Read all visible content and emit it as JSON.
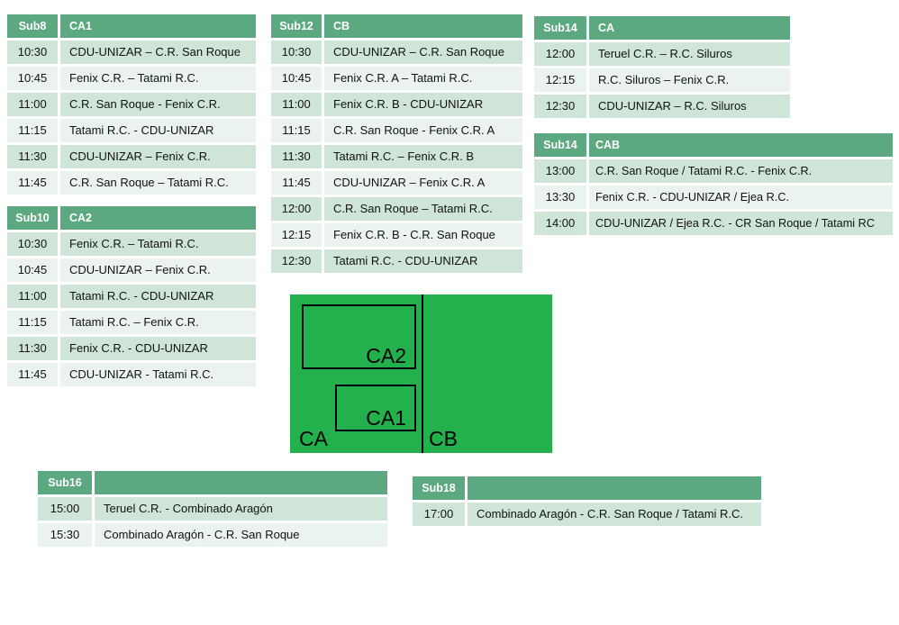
{
  "colors": {
    "table_header_bg": "#5CA881",
    "table_header_text": "#FFFFFF",
    "row_band_dark": "#CEE5D8",
    "row_band_light": "#EBF3EE",
    "row_text": "#121212",
    "pitch_green": "#22B14C",
    "pitch_line": "#000000"
  },
  "tables": [
    {
      "category": "Sub8",
      "area": "CA1",
      "rows": [
        {
          "time": "10:30",
          "match": "CDU-UNIZAR – C.R. San Roque"
        },
        {
          "time": "10:45",
          "match": "Fenix C.R. – Tatami R.C."
        },
        {
          "time": "11:00",
          "match": "C.R. San Roque - Fenix C.R."
        },
        {
          "time": "11:15",
          "match": "Tatami R.C. - CDU-UNIZAR"
        },
        {
          "time": "11:30",
          "match": "CDU-UNIZAR – Fenix C.R."
        },
        {
          "time": "11:45",
          "match": "C.R. San Roque – Tatami R.C."
        }
      ]
    },
    {
      "category": "Sub10",
      "area": "CA2",
      "rows": [
        {
          "time": "10:30",
          "match": "Fenix C.R. – Tatami R.C."
        },
        {
          "time": "10:45",
          "match": "CDU-UNIZAR – Fenix C.R."
        },
        {
          "time": "11:00",
          "match": "Tatami R.C. - CDU-UNIZAR"
        },
        {
          "time": "11:15",
          "match": "Tatami R.C. – Fenix C.R."
        },
        {
          "time": "11:30",
          "match": "Fenix C.R. - CDU-UNIZAR"
        },
        {
          "time": "11:45",
          "match": "CDU-UNIZAR - Tatami R.C."
        }
      ]
    },
    {
      "category": "Sub12",
      "area": "CB",
      "rows": [
        {
          "time": "10:30",
          "match": "CDU-UNIZAR – C.R. San Roque"
        },
        {
          "time": "10:45",
          "match": "Fenix C.R. A – Tatami R.C."
        },
        {
          "time": "11:00",
          "match": "Fenix C.R. B - CDU-UNIZAR"
        },
        {
          "time": "11:15",
          "match": "C.R. San Roque - Fenix C.R. A"
        },
        {
          "time": "11:30",
          "match": "Tatami R.C. – Fenix C.R. B"
        },
        {
          "time": "11:45",
          "match": "CDU-UNIZAR – Fenix C.R. A"
        },
        {
          "time": "12:00",
          "match": "C.R. San Roque – Tatami R.C."
        },
        {
          "time": "12:15",
          "match": "Fenix C.R. B - C.R. San Roque"
        },
        {
          "time": "12:30",
          "match": "Tatami R.C. - CDU-UNIZAR"
        }
      ]
    },
    {
      "category": "Sub14",
      "area": "CA",
      "rows": [
        {
          "time": "12:00",
          "match": "Teruel C.R. – R.C. Siluros"
        },
        {
          "time": "12:15",
          "match": "R.C. Siluros – Fenix C.R."
        },
        {
          "time": "12:30",
          "match": "CDU-UNIZAR – R.C. Siluros"
        }
      ]
    },
    {
      "category": "Sub14",
      "area": "CAB",
      "rows": [
        {
          "time": "13:00",
          "match": "C.R. San Roque / Tatami R.C. - Fenix C.R."
        },
        {
          "time": "13:30",
          "match": "Fenix C.R. - CDU-UNIZAR / Ejea R.C."
        },
        {
          "time": "14:00",
          "match": "CDU-UNIZAR / Ejea R.C. - CR San Roque / Tatami RC"
        }
      ]
    },
    {
      "category": "Sub16",
      "area": "",
      "rows": [
        {
          "time": "15:00",
          "match": "Teruel C.R. - Combinado Aragón"
        },
        {
          "time": "15:30",
          "match": "Combinado Aragón - C.R. San Roque"
        }
      ]
    },
    {
      "category": "Sub18",
      "area": "",
      "rows": [
        {
          "time": "17:00",
          "match": "Combinado Aragón - C.R. San Roque / Tatami R.C."
        }
      ]
    }
  ],
  "field_diagram": {
    "left_zone_label": "CA",
    "right_zone_label": "CB",
    "inner_top_rect_label": "CA2",
    "inner_bottom_rect_label": "CA1"
  }
}
